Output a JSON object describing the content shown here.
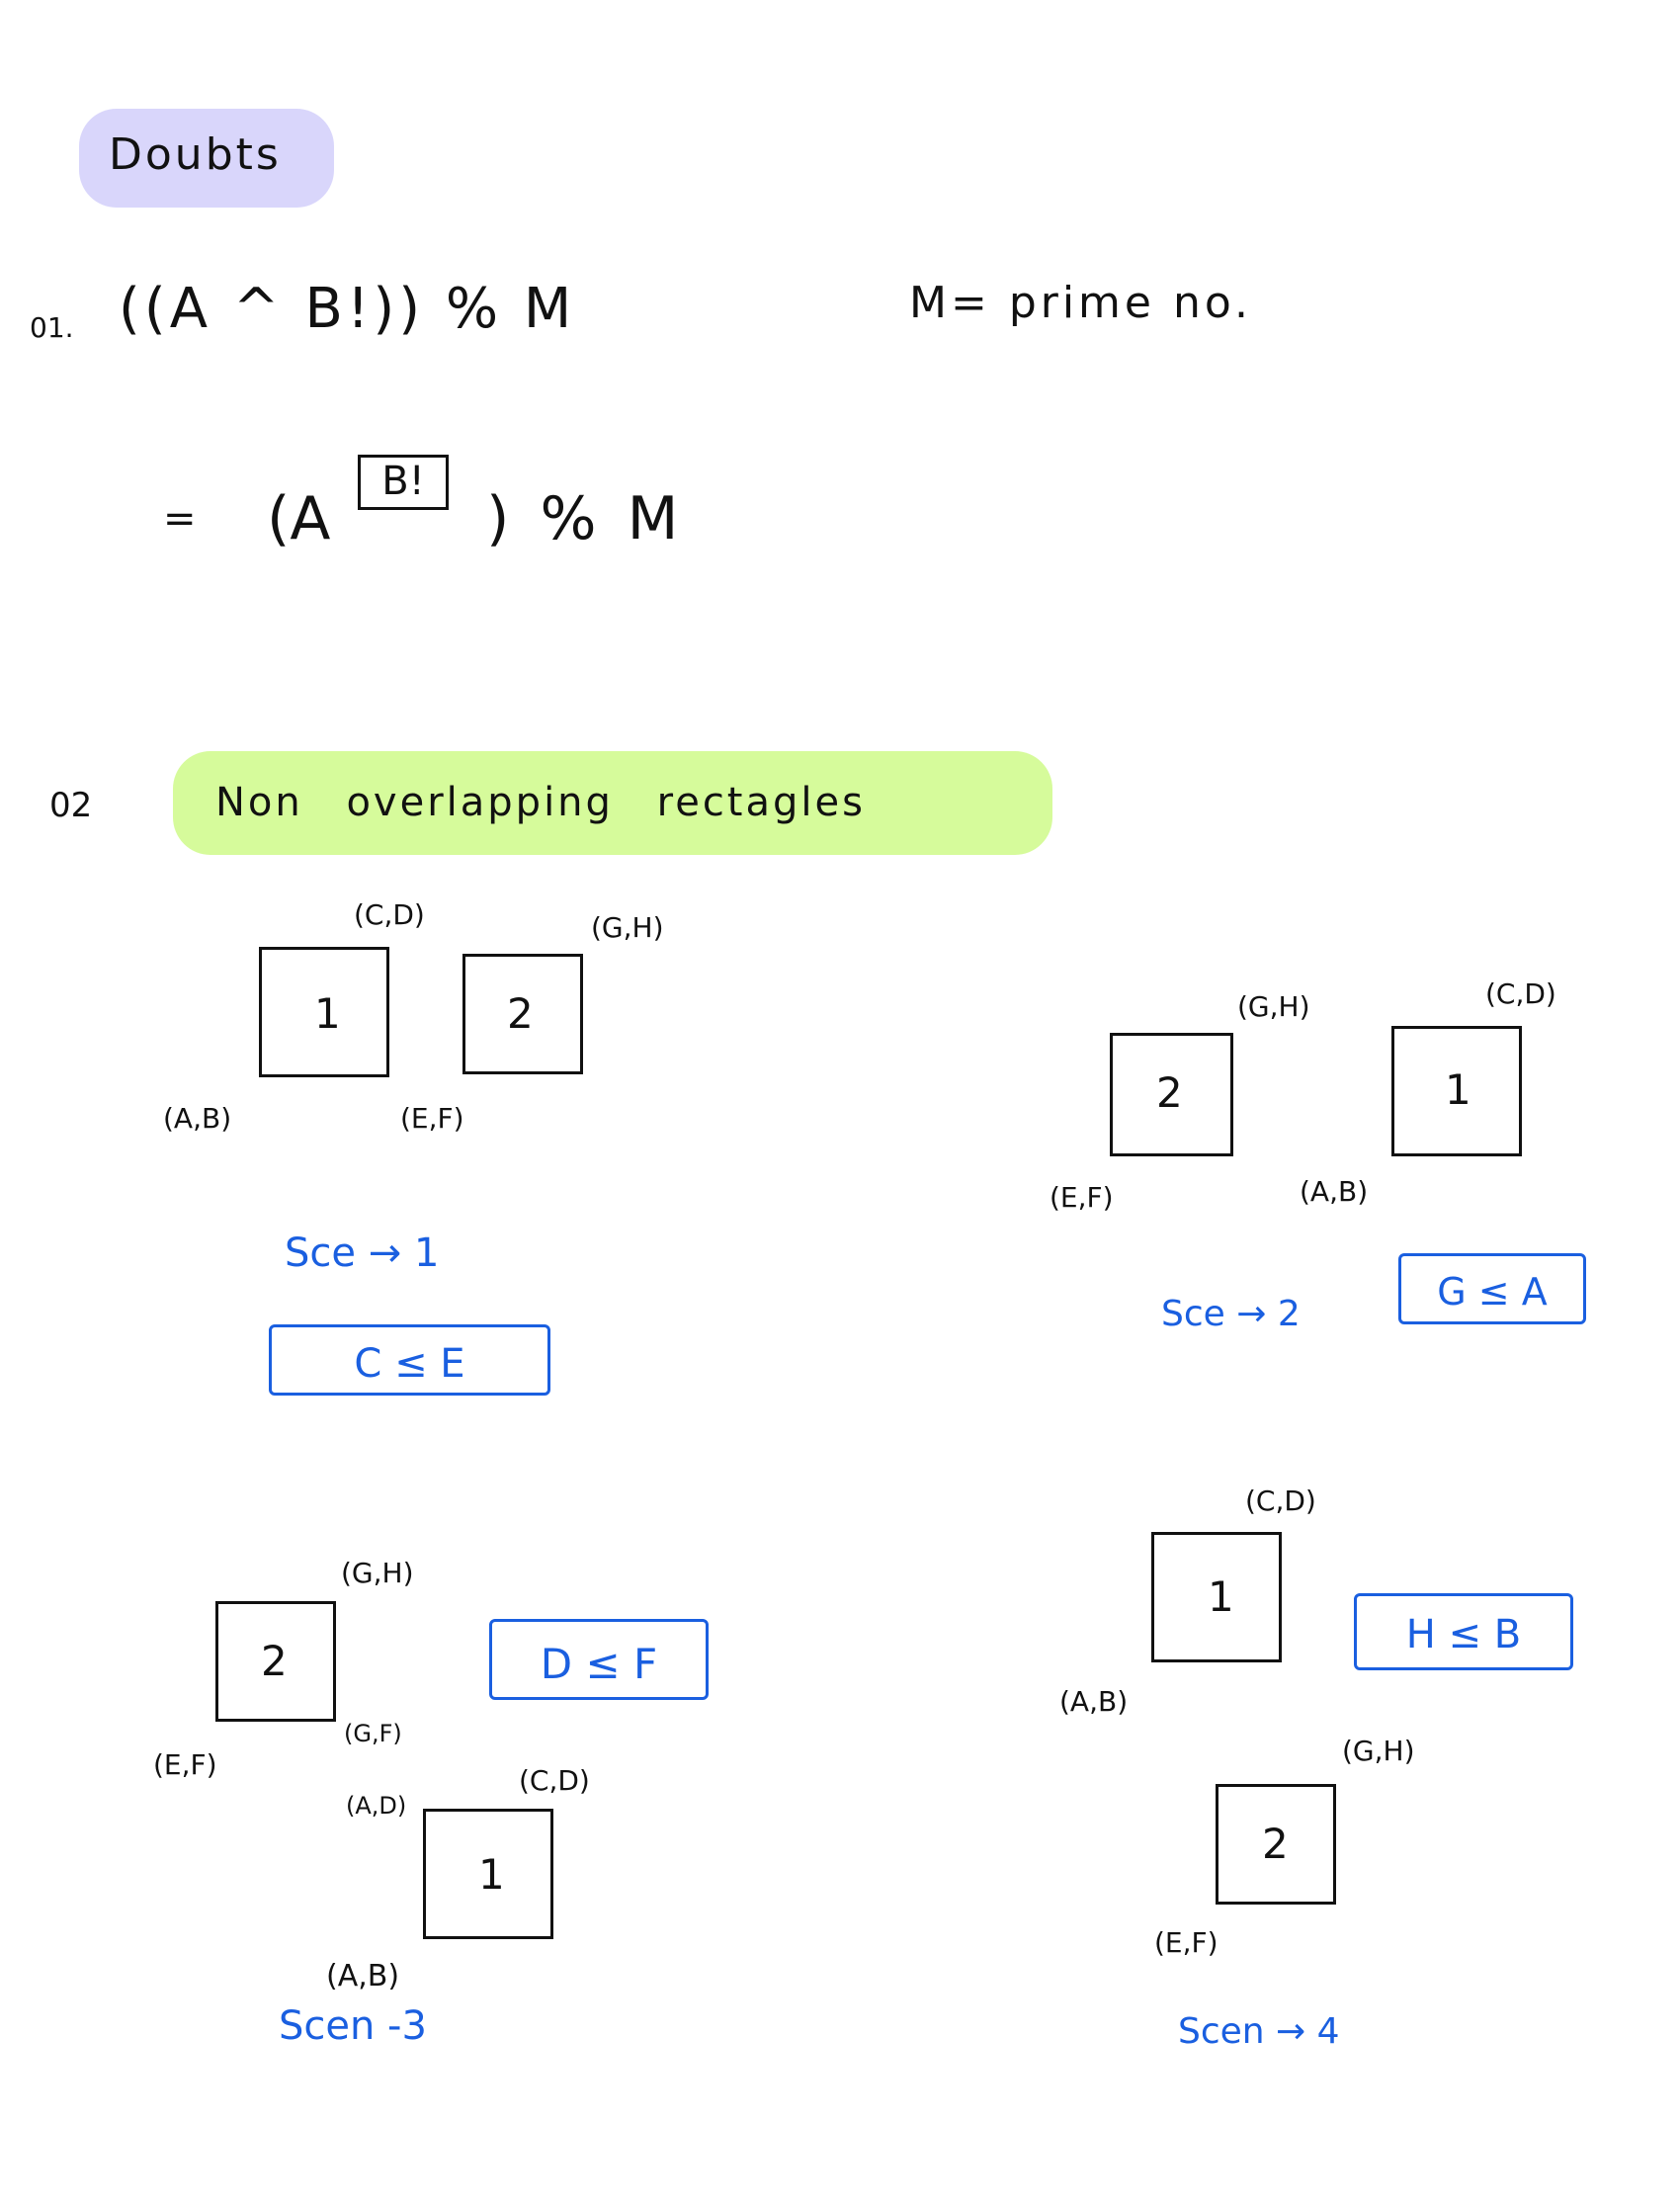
{
  "header": {
    "title": "Doubts"
  },
  "q1": {
    "number": "01.",
    "expr": "((A ^ B!)) % M",
    "note": "M= prime no.",
    "step_eq": "=",
    "step_open": "(A",
    "step_sup": "B!",
    "step_close": ") % M"
  },
  "q2": {
    "number": "02",
    "title": "Non overlapping rectagles",
    "scenarios": [
      {
        "rect1": "1",
        "rect2": "2",
        "labels": {
          "cd": "(C,D)",
          "gh": "(G,H)",
          "ab": "(A,B)",
          "ef": "(E,F)"
        },
        "caption": "Sce → 1",
        "condition": "C ≤ E"
      },
      {
        "rect1": "1",
        "rect2": "2",
        "labels": {
          "gh": "(G,H)",
          "cd": "(C,D)",
          "ef": "(E,F)",
          "ab": "(A,B)"
        },
        "caption": "Sce → 2",
        "condition": "G ≤ A"
      },
      {
        "rect1": "1",
        "rect2": "2",
        "labels": {
          "gh": "(G,H)",
          "ef": "(E,F)",
          "gf": "(G,F)",
          "ad": "(A,D)",
          "cd": "(C,D)",
          "ab": "(A,B)"
        },
        "caption": "Scen -3",
        "condition": "D ≤ F"
      },
      {
        "rect1": "1",
        "rect2": "2",
        "labels": {
          "cd": "(C,D)",
          "ab": "(A,B)",
          "gh": "(G,H)",
          "ef": "(E,F)"
        },
        "caption": "Scen → 4",
        "condition": "H ≤ B"
      }
    ]
  },
  "colors": {
    "ink": "#111111",
    "blue": "#1a5fe0",
    "purple_highlight": "#d9d6fb",
    "green_highlight": "#d6fb9b"
  }
}
